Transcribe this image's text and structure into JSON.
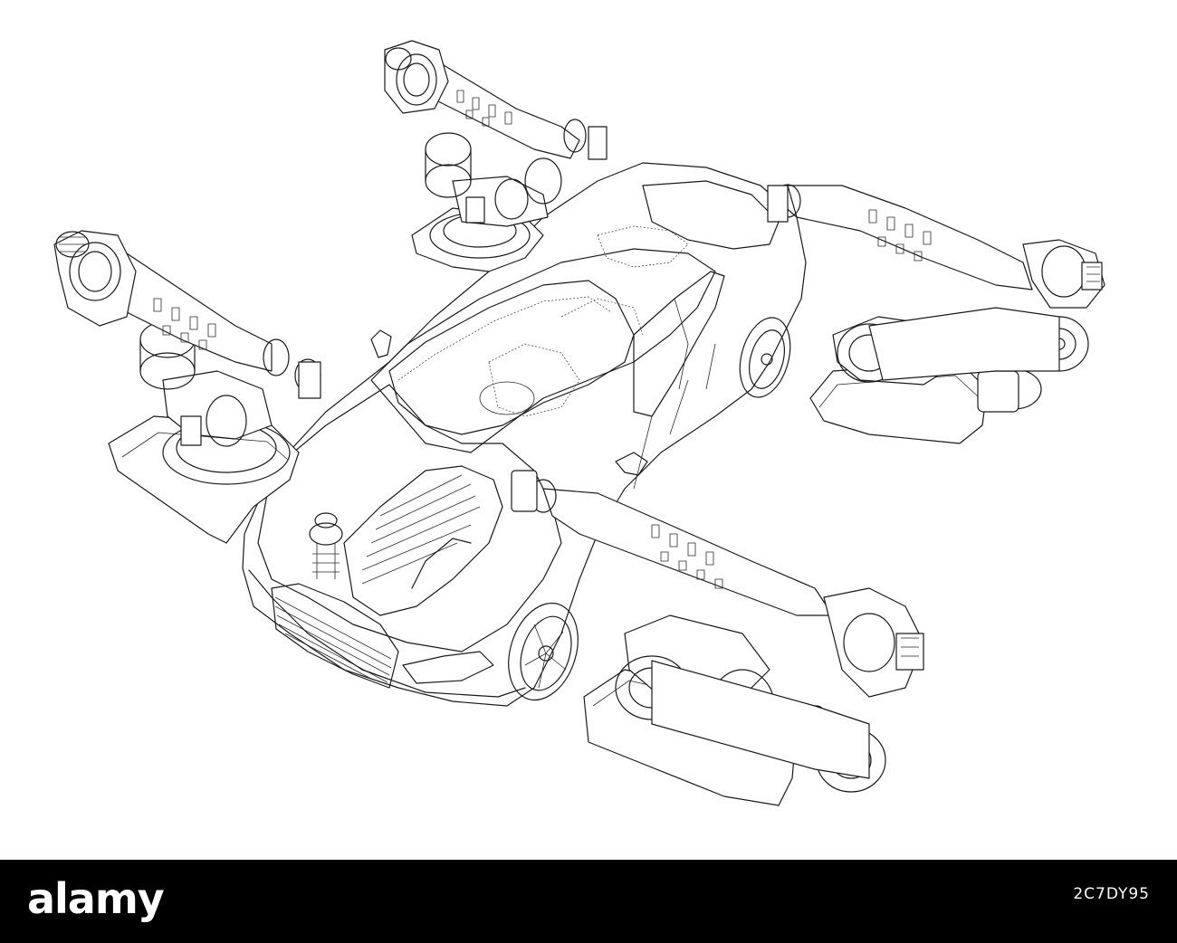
{
  "scene": {
    "subject_icon": "car-robot-assembly-wireframe",
    "line_color": "#1a1a1a",
    "background_color": "#ffffff"
  },
  "footer": {
    "brand": "alamy",
    "image_id": "2C7DY95",
    "background_color": "#000000",
    "text_color": "#ffffff"
  }
}
